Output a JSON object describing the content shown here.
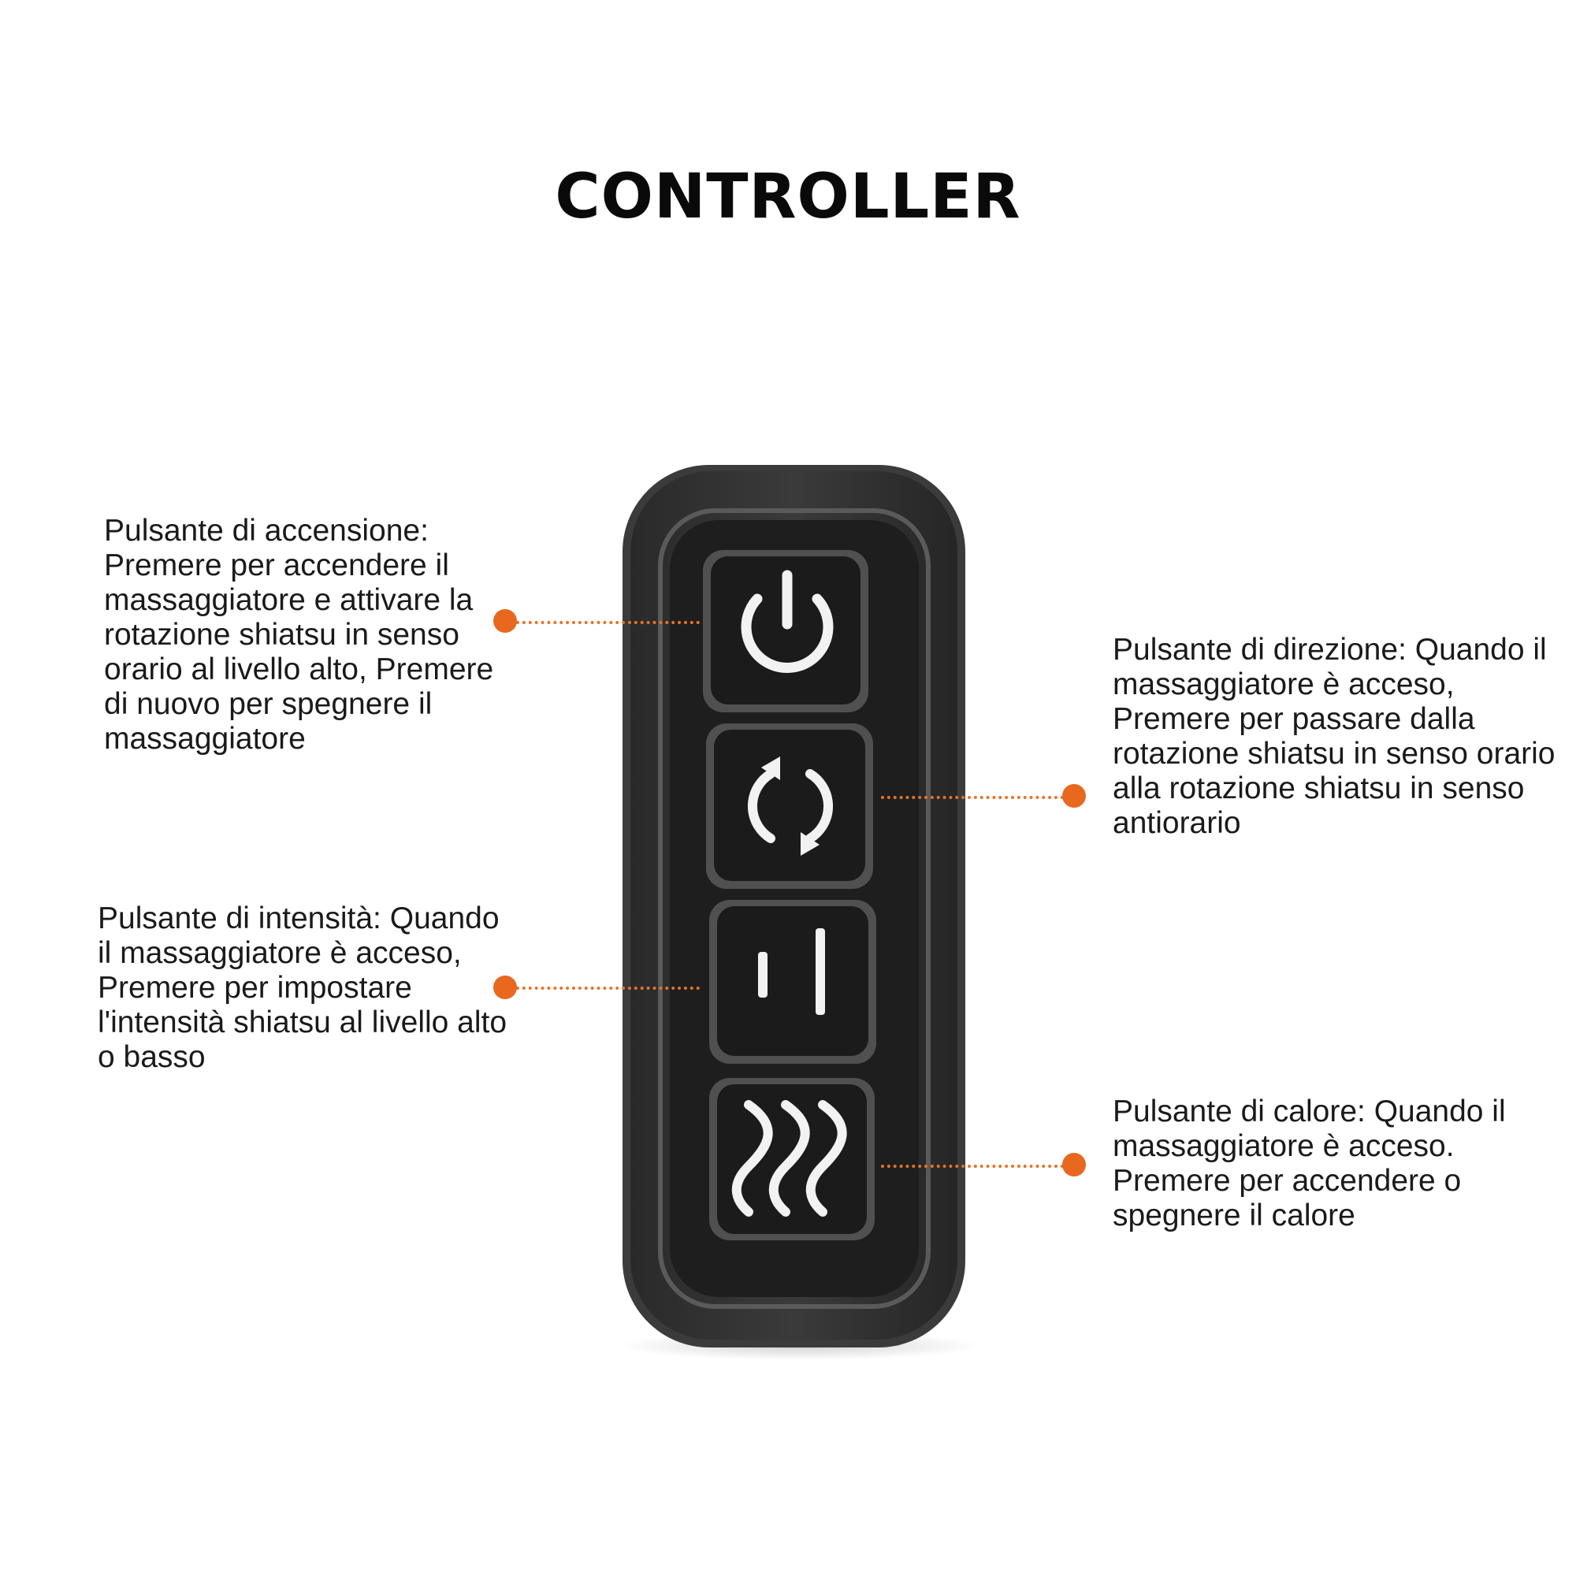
{
  "title": "CONTROLLER",
  "accent_color": "#e8681f",
  "callouts": {
    "power": {
      "icon": "power-icon",
      "text": "Pulsante di accensione: Premere per accendere il massaggiatore e attivare la rotazione shiatsu in senso orario al livello alto, Premere di nuovo per spegnere il massaggiatore"
    },
    "direction": {
      "icon": "rotation-arrows-icon",
      "text": "Pulsante di direzione: Quando il massaggiatore è acceso, Premere per passare dalla rotazione shiatsu in senso orario alla rotazione shiatsu in senso antiorario"
    },
    "intensity": {
      "icon": "intensity-bars-icon",
      "text": "Pulsante di intensità: Quando il massaggiatore è acceso, Premere per impostare l'intensità shiatsu al livello alto o basso"
    },
    "heat": {
      "icon": "heat-waves-icon",
      "text": "Pulsante di calore: Quando il massaggiatore è acceso. Premere per accendere o spegnere il calore"
    }
  }
}
